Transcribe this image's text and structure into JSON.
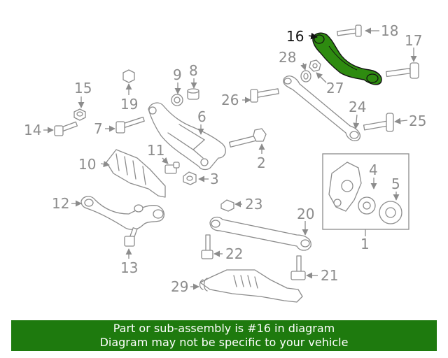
{
  "diagram": {
    "callouts": {
      "n1": "1",
      "n2": "2",
      "n3": "3",
      "n4": "4",
      "n5": "5",
      "n6": "6",
      "n7": "7",
      "n8": "8",
      "n9": "9",
      "n10": "10",
      "n11": "11",
      "n12": "12",
      "n13": "13",
      "n14": "14",
      "n15": "15",
      "n16": "16",
      "n17": "17",
      "n18": "18",
      "n19": "19",
      "n20": "20",
      "n21": "21",
      "n22": "22",
      "n23": "23",
      "n24": "24",
      "n25": "25",
      "n26": "26",
      "n27": "27",
      "n28": "28",
      "n29": "29"
    },
    "highlighted_part": "16",
    "colors": {
      "highlight": "#2e8b10",
      "lines": "#8c8c8c",
      "banner": "#1e7a0e"
    }
  },
  "banner": {
    "line1": "Part or sub-assembly is #16 in diagram",
    "line2": "Diagram may not be specific to your vehicle"
  }
}
